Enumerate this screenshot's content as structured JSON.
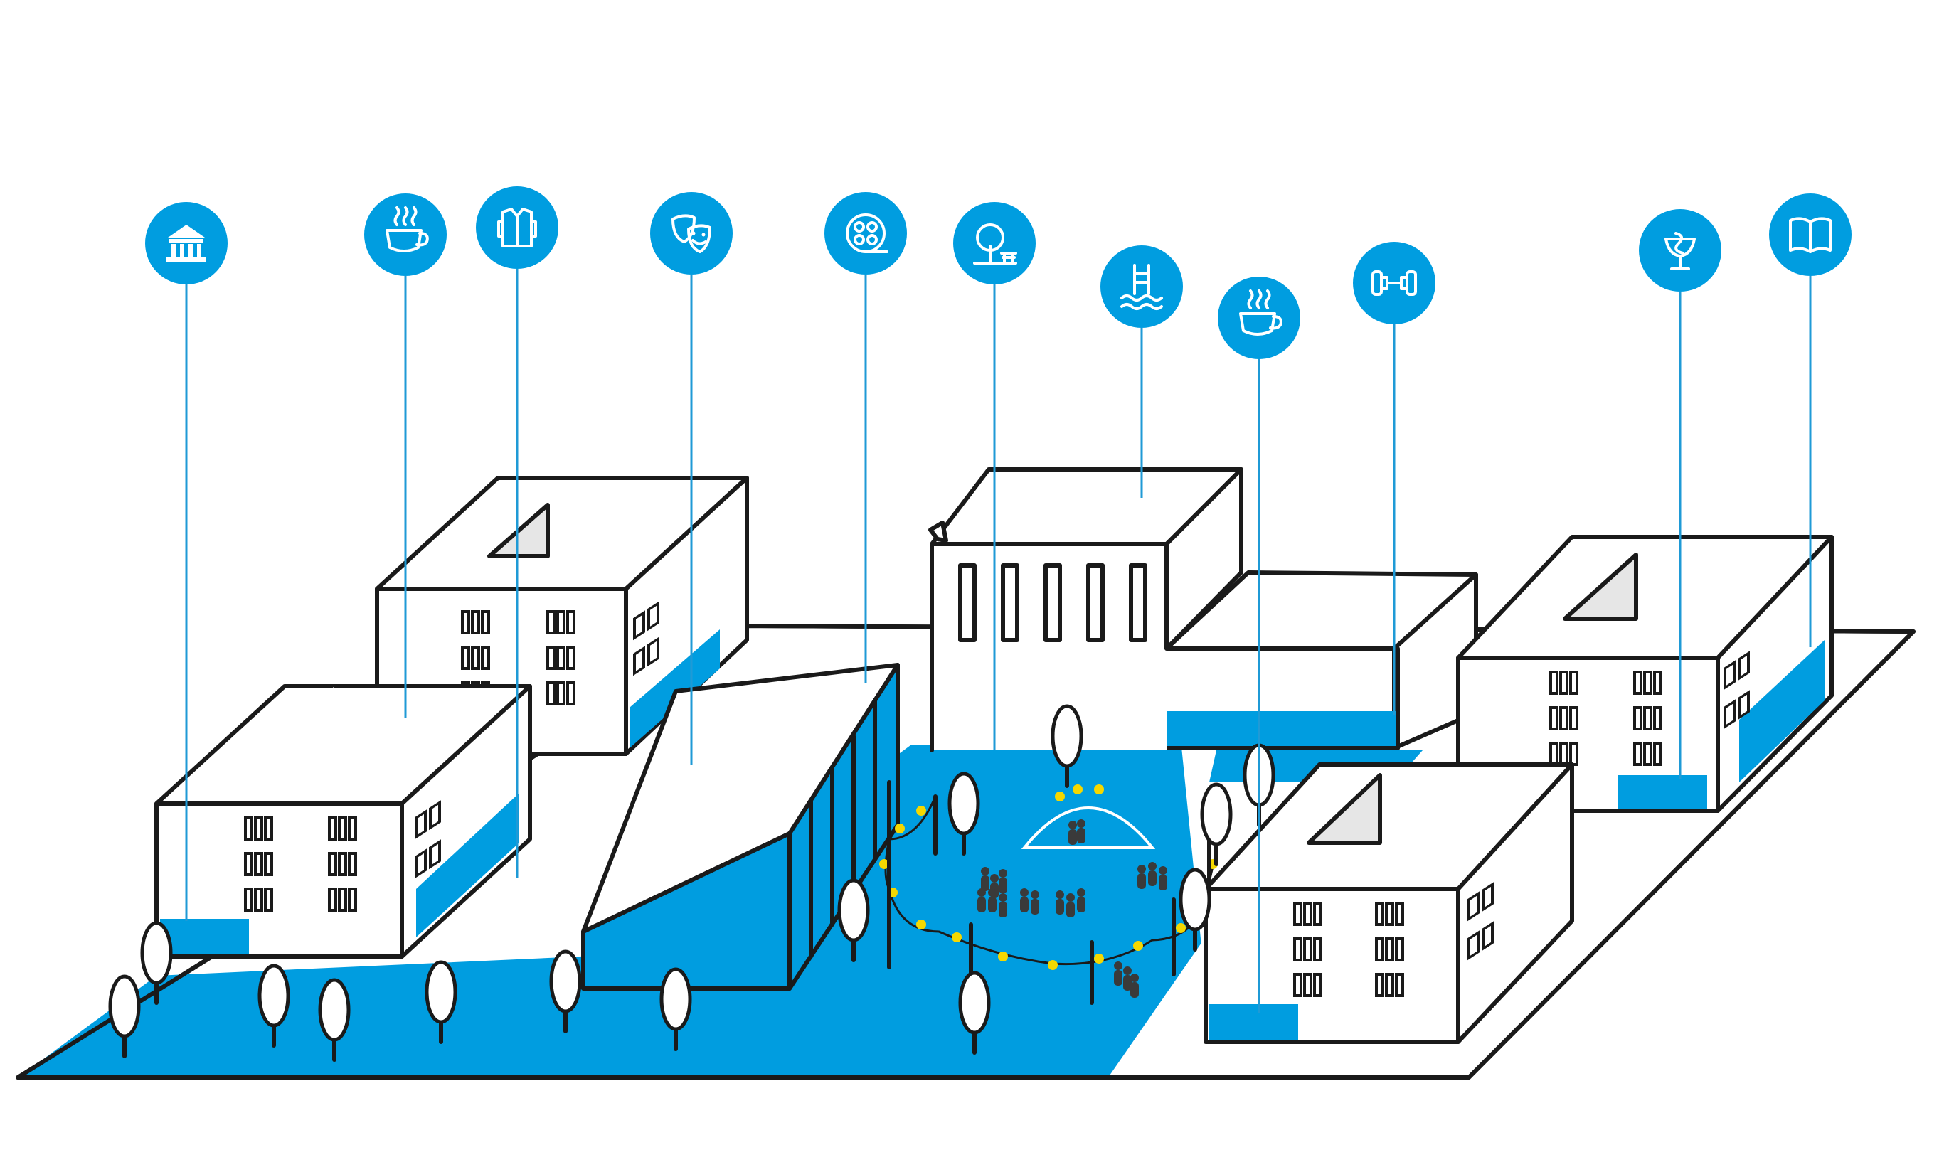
{
  "colors": {
    "accent": "#009de0",
    "outline": "#1a1a1a",
    "roof_shadow": "#e6e6e6",
    "lights": "#f5d800",
    "people": "#3a3a3a"
  },
  "pins": [
    {
      "id": "museum",
      "icon": "museum-icon"
    },
    {
      "id": "cafe-1",
      "icon": "coffee-cup-icon"
    },
    {
      "id": "clothing",
      "icon": "shirt-icon"
    },
    {
      "id": "theatre",
      "icon": "theatre-masks-icon"
    },
    {
      "id": "cinema",
      "icon": "film-reel-icon"
    },
    {
      "id": "park",
      "icon": "tree-bench-icon"
    },
    {
      "id": "pool",
      "icon": "swimming-pool-icon"
    },
    {
      "id": "cafe-2",
      "icon": "coffee-cup-icon"
    },
    {
      "id": "gym",
      "icon": "dumbbell-icon"
    },
    {
      "id": "pharmacy",
      "icon": "pharmacy-icon"
    },
    {
      "id": "library",
      "icon": "book-icon"
    }
  ]
}
